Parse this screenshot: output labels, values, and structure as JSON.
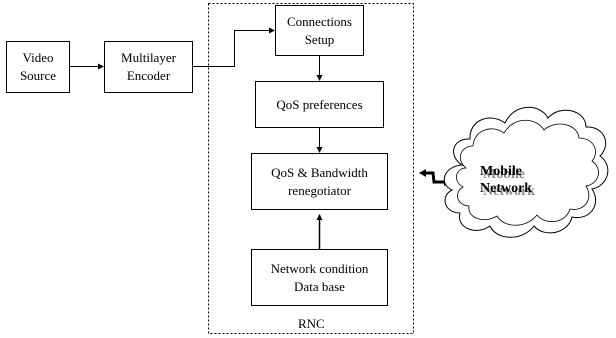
{
  "nodes": {
    "video_source": {
      "line1": "Video",
      "line2": "Source"
    },
    "multilayer_encoder": {
      "line1": "Multilayer",
      "line2": "Encoder"
    },
    "connections_setup": {
      "line1": "Connections",
      "line2": "Setup"
    },
    "qos_preferences": {
      "line1": "QoS preferences"
    },
    "qos_renegotiator": {
      "line1": "QoS & Bandwidth",
      "line2": "renegotiator"
    },
    "network_db": {
      "line1": "Network condition",
      "line2": "Data base"
    }
  },
  "rnc_label": "RNC",
  "cloud": {
    "line1": "Mobile",
    "line2": "Network"
  }
}
